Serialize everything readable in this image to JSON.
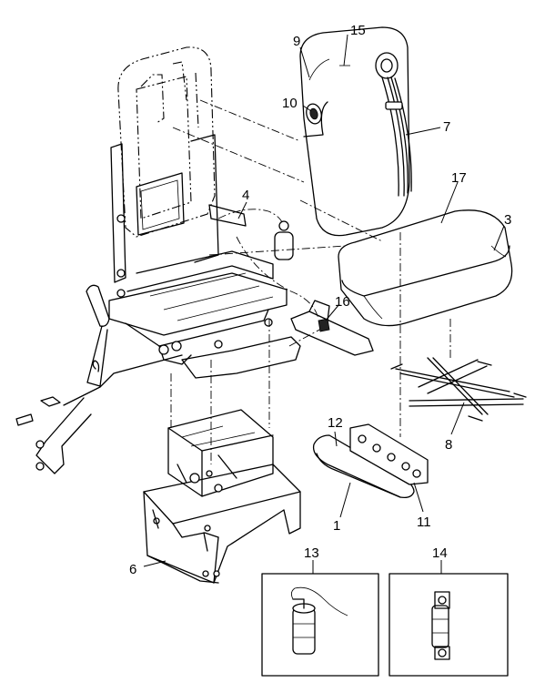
{
  "callouts": {
    "c1": "1",
    "c3": "3",
    "c4": "4",
    "c6": "6",
    "c7": "7",
    "c8": "8",
    "c9": "9",
    "c10": "10",
    "c11": "11",
    "c12": "12",
    "c13": "13",
    "c14": "14",
    "c15": "15",
    "c16": "16",
    "c17": "17"
  },
  "colors": {
    "line": "#000000",
    "background": "#ffffff"
  }
}
